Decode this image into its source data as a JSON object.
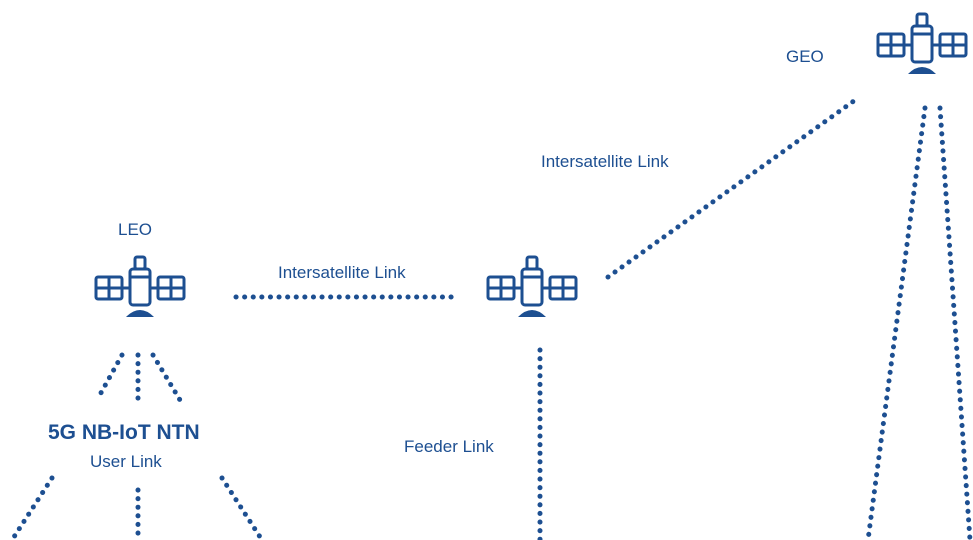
{
  "colors": {
    "primary": "#1d4f91"
  },
  "orbits": {
    "leo": "LEO",
    "geo": "GEO"
  },
  "links": {
    "intersatellite_leo": "Intersatellite Link",
    "intersatellite_geo": "Intersatellite Link",
    "feeder": "Feeder Link"
  },
  "user_link": {
    "title": "5G NB-IoT NTN",
    "subtitle": "User Link"
  },
  "icons": {
    "satellite": "satellite-icon"
  }
}
